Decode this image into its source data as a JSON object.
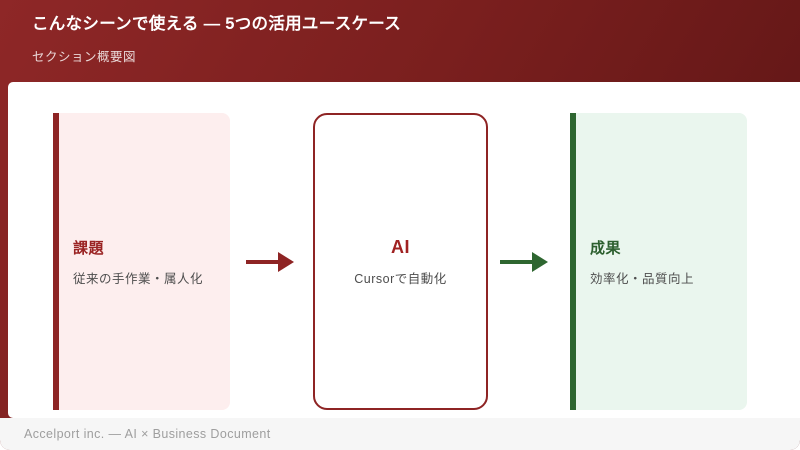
{
  "header": {
    "title": "こんなシーンで使える — 5つの活用ユースケース",
    "subtitle": "セクション概要図"
  },
  "diagram": {
    "problem_card": {
      "title": "課題",
      "subtitle": "従来の手作業・属人化",
      "accent_color": "#9a2323",
      "fill_color": "#fdeeee",
      "border_color": "#8e2424"
    },
    "ai_card": {
      "title": "AI",
      "subtitle": "Cursorで自動化",
      "accent_color": "#a02222",
      "border_color": "#8e2424"
    },
    "result_card": {
      "title": "成果",
      "subtitle": "効率化・品質向上",
      "accent_color": "#2c5f2e",
      "fill_color": "#eaf6ee",
      "border_color": "#2e6630"
    },
    "arrow_red_color": "#8e2424",
    "arrow_green_color": "#2e6630"
  },
  "footer": {
    "text": "Accelport inc. — AI × Business Document"
  },
  "colors": {
    "header_gradient_start": "#8e2727",
    "header_gradient_end": "#5a1414",
    "panel_background": "#ffffff",
    "footer_background": "#f6f6f6",
    "footer_text": "#9e9e9e"
  }
}
